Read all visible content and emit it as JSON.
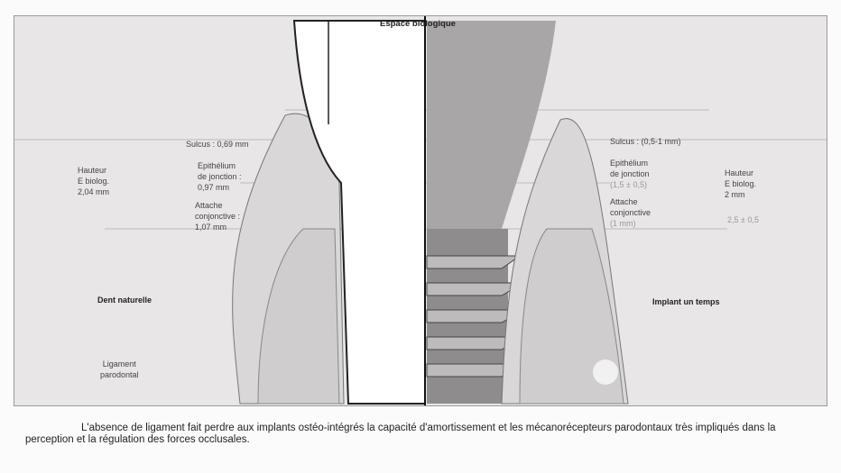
{
  "title": "Espace biologique",
  "left": {
    "name": "Dent naturelle",
    "sulcus": "Sulcus : 0,69 mm",
    "epithelium": [
      "Epithélium",
      "de jonction :",
      "0,97 mm"
    ],
    "attache": [
      "Attache",
      "conjonctive :",
      "1,07 mm"
    ],
    "hauteur": [
      "Hauteur",
      "E biolog.",
      "2,04 mm"
    ],
    "ligament": [
      "Ligament",
      "parodontal"
    ]
  },
  "right": {
    "name": "Implant un temps",
    "sulcus": "Sulcus : (0,5-1 mm)",
    "epithelium": [
      "Epithélium",
      "de jonction",
      "(1,5 ± 0,5)"
    ],
    "attache": [
      "Attache",
      "conjonctive",
      "(1 mm)"
    ],
    "hauteur": [
      "Hauteur",
      "E biolog.",
      "2 mm"
    ],
    "range": "2,5 ± 0,5"
  },
  "caption": "L'absence de ligament fait perdre aux implants ostéo-intégrés la capacité d'amortissement et les mécanorécepteurs parodontaux très impliqués dans la perception et la régulation des forces occlusales."
}
